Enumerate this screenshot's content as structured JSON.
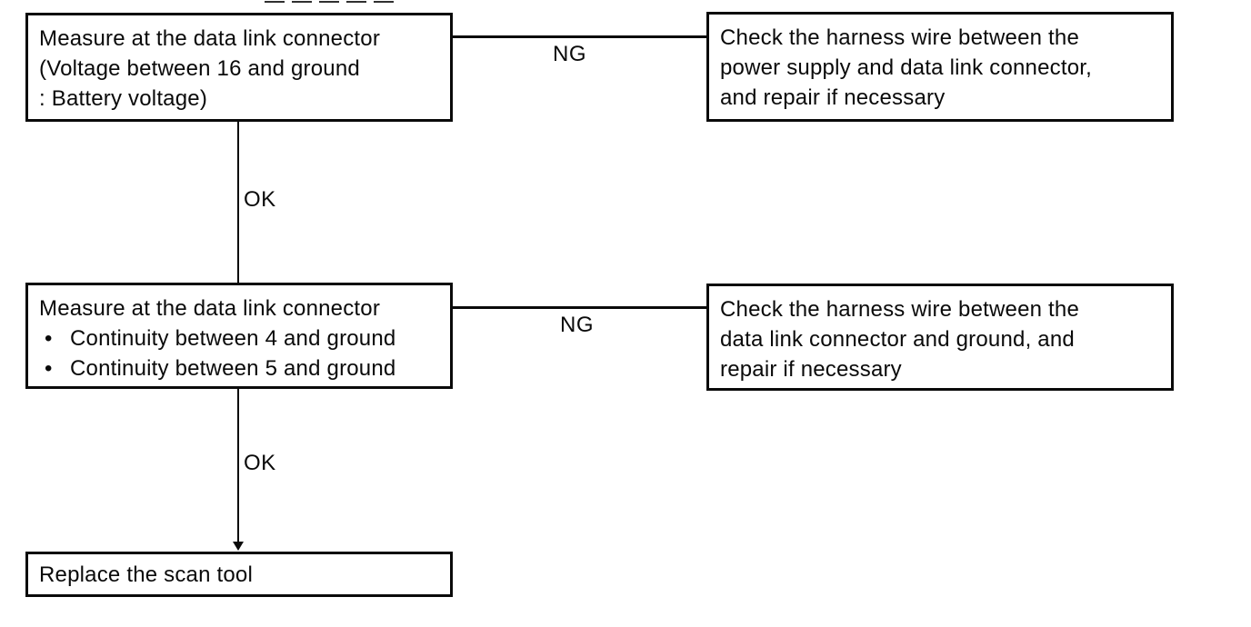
{
  "diagram": {
    "type": "flowchart",
    "background": "#ffffff",
    "line_color": "#0a0a0a",
    "text_color": "#0a0a0a",
    "nodes": {
      "measure_voltage": {
        "lines": [
          "Measure at the data link connector",
          "(Voltage between 16 and ground",
          ": Battery voltage)"
        ]
      },
      "check_power_harness": {
        "lines": [
          "Check the harness wire between the",
          "power supply and data link connector,",
          "and repair if necessary"
        ]
      },
      "measure_continuity": {
        "title": "Measure at the data link connector",
        "bullet_glyph": "•",
        "bullets": [
          "Continuity between 4 and ground",
          "Continuity between 5 and ground"
        ]
      },
      "check_ground_harness": {
        "lines": [
          "Check the harness wire between the",
          "data link connector and ground, and",
          "repair if necessary"
        ]
      },
      "replace_scan_tool": {
        "lines": [
          "Replace the scan tool"
        ]
      }
    },
    "edges": [
      {
        "from": "measure_voltage",
        "to": "check_power_harness",
        "label": "NG"
      },
      {
        "from": "measure_voltage",
        "to": "measure_continuity",
        "label": "OK"
      },
      {
        "from": "measure_continuity",
        "to": "check_ground_harness",
        "label": "NG"
      },
      {
        "from": "measure_continuity",
        "to": "replace_scan_tool",
        "label": "OK"
      }
    ]
  }
}
